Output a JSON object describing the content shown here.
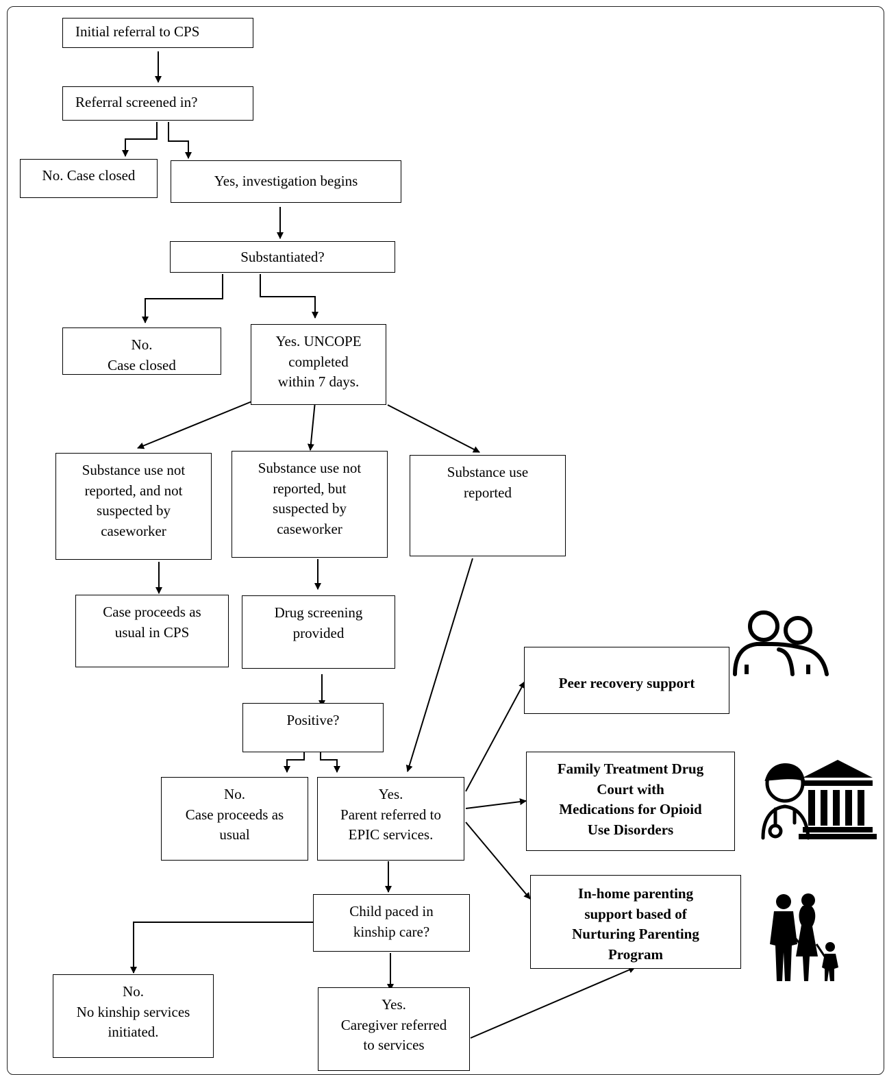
{
  "nodes": {
    "initial_referral": "Initial referral to CPS",
    "screened_in": "Referral screened in?",
    "no_case_closed_1": "No.  Case closed",
    "investigation_begins": "Yes, investigation begins",
    "substantiated": "Substantiated?",
    "no_case_closed_2": "No.\nCase closed",
    "uncope": "Yes.  UNCOPE\ncompleted\nwithin 7 days.",
    "not_reported_not_suspected": "Substance use not\nreported, and not\nsuspected by\ncaseworker",
    "not_reported_suspected": "Substance use not\nreported, but\nsuspected by\ncaseworker",
    "reported": "Substance use\nreported",
    "case_proceeds_usual_cps": "Case proceeds as\nusual in CPS",
    "drug_screening": "Drug screening\nprovided",
    "positive": "Positive?",
    "no_case_proceeds": "No.\nCase proceeds as\nusual",
    "epic_referral": "Yes.\nParent referred to\nEPIC services.",
    "kinship_care": "Child paced in\nkinship care?",
    "no_kinship": "No.\nNo kinship services\ninitiated.",
    "caregiver_referred": "Yes.\nCaregiver referred\nto services",
    "peer_recovery": "Peer recovery support",
    "family_drug_court": "Family Treatment Drug\nCourt with\nMedications for Opioid\nUse Disorders",
    "in_home_parenting": "In-home parenting\nsupport based of\nNurturing Parenting\nProgram"
  },
  "icons": [
    "peer-support-icon",
    "doctor-courthouse-icon",
    "family-silhouette-icon"
  ]
}
